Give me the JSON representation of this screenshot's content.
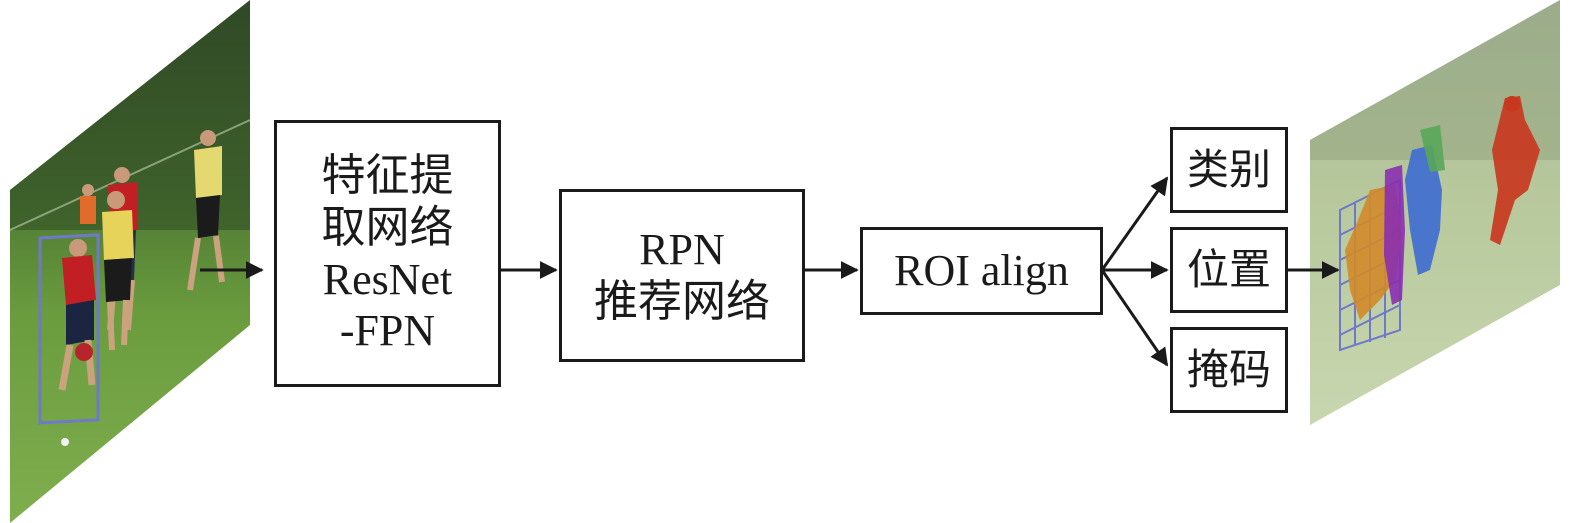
{
  "input_image": {
    "content": "soccer-photo",
    "annotation": "bounding-box"
  },
  "output_image": {
    "content": "soccer-photo-segmented",
    "annotation": "colored-instance-masks"
  },
  "nodes": {
    "backbone": {
      "line1": "特征提",
      "line2": "取网络",
      "line3": "ResNet",
      "line4": "-FPN"
    },
    "rpn": {
      "line1": "RPN",
      "line2": "推荐网络"
    },
    "roi": {
      "label": "ROI align"
    },
    "outputs": {
      "class": "类别",
      "position": "位置",
      "mask": "掩码"
    }
  },
  "colors": {
    "stroke": "#1a1a1a",
    "grass": "#5e8f3a",
    "sky": "#6c8a4a",
    "bbox": "#6f79c9",
    "mask_orange": "#d28a2a",
    "mask_purple": "#8a2fb0",
    "mask_blue": "#3d6bd1",
    "mask_green": "#5aa65a",
    "mask_red": "#c8381f"
  }
}
